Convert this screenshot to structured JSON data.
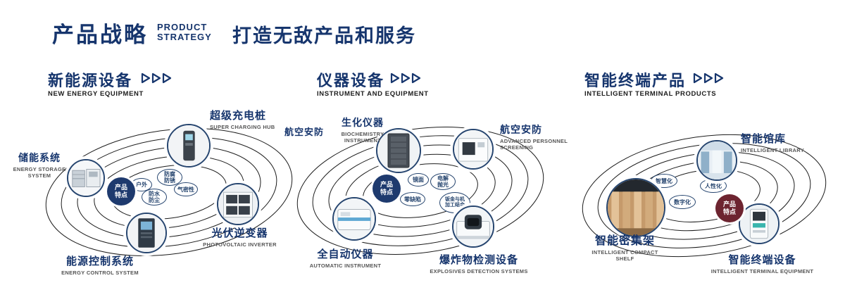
{
  "header": {
    "title_cn": "产品战略",
    "title_en_l1": "PRODUCT",
    "title_en_l2": "STRATEGY",
    "slogan": "打造无敌产品和服务"
  },
  "colors": {
    "title_navy": "#16356d",
    "badge_navy": "#1e3a6e",
    "badge_maroon": "#6d2430",
    "orbit_line": "#1c1c1c"
  },
  "sections": [
    {
      "title_cn": "新能源设备",
      "title_en": "NEW ENERGY EQUIPMENT",
      "badge": "产品特点",
      "features": [
        "户外",
        "防腐防锈",
        "气密性",
        "防水防尘"
      ],
      "nodes": [
        {
          "cn": "储能系统",
          "en": "ENERGY STORAGE SYSTEM"
        },
        {
          "cn": "超级充电桩",
          "en": "SUPER CHARGING HUB"
        },
        {
          "cn": "光伏逆变器",
          "en": "PHOTOVOLTAIC INVERTER"
        },
        {
          "cn": "能源控制系统",
          "en": "ENERGY CONTROL SYSTEM"
        }
      ]
    },
    {
      "title_cn": "仪器设备",
      "title_en": "INSTRUMENT AND EQUIPMENT",
      "badge": "产品特点",
      "side_label": "航空安防",
      "features": [
        "镜面",
        "电解抛光",
        "零缺陷",
        "钣金与机加工结合"
      ],
      "nodes": [
        {
          "cn": "生化仪器",
          "en": "BIOCHEMISTRY INSTRUMENT"
        },
        {
          "cn": "航空安防",
          "en": "ADVANCED PERSONNEL SCREENING"
        },
        {
          "cn": "全自动仪器",
          "en": "AUTOMATIC INSTRUMENT"
        },
        {
          "cn": "爆炸物检测设备",
          "en": "EXPLOSIVES DETECTION SYSTEMS"
        }
      ]
    },
    {
      "title_cn": "智能终端产品",
      "title_en": "INTELLIGENT TERMINAL PRODUCTS",
      "badge": "产品特点",
      "features": [
        "智慧化",
        "人性化",
        "数字化"
      ],
      "nodes": [
        {
          "cn": "智能馆库",
          "en": "INTELLIGENT LIBRARY"
        },
        {
          "cn": "智能密集架",
          "en": "INTELLIGENT COMPACT SHELF"
        },
        {
          "cn": "智能终端设备",
          "en": "INTELLIGENT TERMINAL EQUIPMENT"
        }
      ]
    }
  ]
}
